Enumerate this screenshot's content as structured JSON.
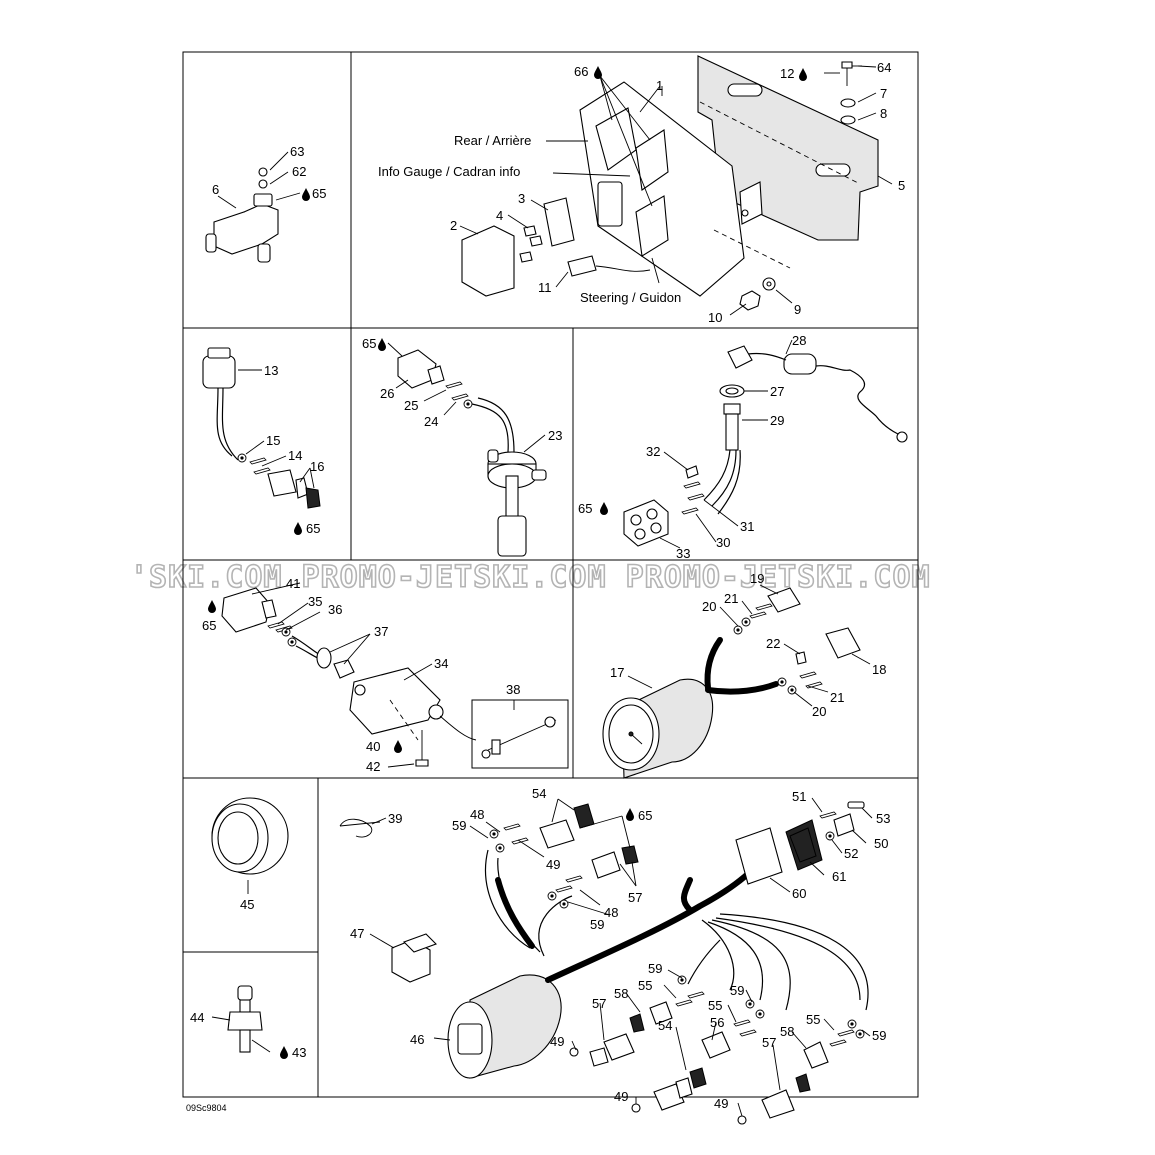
{
  "watermark": "'SKI.COM   PROMO-JETSKI.COM   PROMO-JETSKI.COM",
  "drawing_code": "09Sc9804",
  "callouts": {
    "rear": "Rear / Arrière",
    "info_gauge": "Info Gauge / Cadran info",
    "steering": "Steering / Guidon"
  },
  "labels": {
    "n1": "1",
    "n2": "2",
    "n3": "3",
    "n4": "4",
    "n5": "5",
    "n6": "6",
    "n7": "7",
    "n8": "8",
    "n9": "9",
    "n10": "10",
    "n11": "11",
    "n12": "12",
    "n13": "13",
    "n14": "14",
    "n15": "15",
    "n16": "16",
    "n17": "17",
    "n18": "18",
    "n19": "19",
    "n20a": "20",
    "n20b": "20",
    "n21a": "21",
    "n21b": "21",
    "n22": "22",
    "n23": "23",
    "n24": "24",
    "n25": "25",
    "n26": "26",
    "n27": "27",
    "n28": "28",
    "n29": "29",
    "n30": "30",
    "n31": "31",
    "n32": "32",
    "n33": "33",
    "n34": "34",
    "n35": "35",
    "n36": "36",
    "n37": "37",
    "n38": "38",
    "n39": "39",
    "n40": "40",
    "n41": "41",
    "n42": "42",
    "n43": "43",
    "n44": "44",
    "n45": "45",
    "n46": "46",
    "n47": "47",
    "n48a": "48",
    "n48b": "48",
    "n49a": "49",
    "n49b": "49",
    "n49c": "49",
    "n49d": "49",
    "n50": "50",
    "n51": "51",
    "n52": "52",
    "n53": "53",
    "n54a": "54",
    "n54b": "54",
    "n55a": "55",
    "n55b": "55",
    "n55c": "55",
    "n56": "56",
    "n57a": "57",
    "n57b": "57",
    "n57c": "57",
    "n58a": "58",
    "n58b": "58",
    "n59a": "59",
    "n59b": "59",
    "n59c": "59",
    "n59d": "59",
    "n59e": "59",
    "n60": "60",
    "n61": "61",
    "n62": "62",
    "n63": "63",
    "n64": "64",
    "n65a": "65",
    "n65b": "65",
    "n65c": "65",
    "n65d": "65",
    "n65e": "65",
    "n65f": "65",
    "n66": "66"
  },
  "icons": {
    "lubricant": "oil-drop-icon"
  }
}
